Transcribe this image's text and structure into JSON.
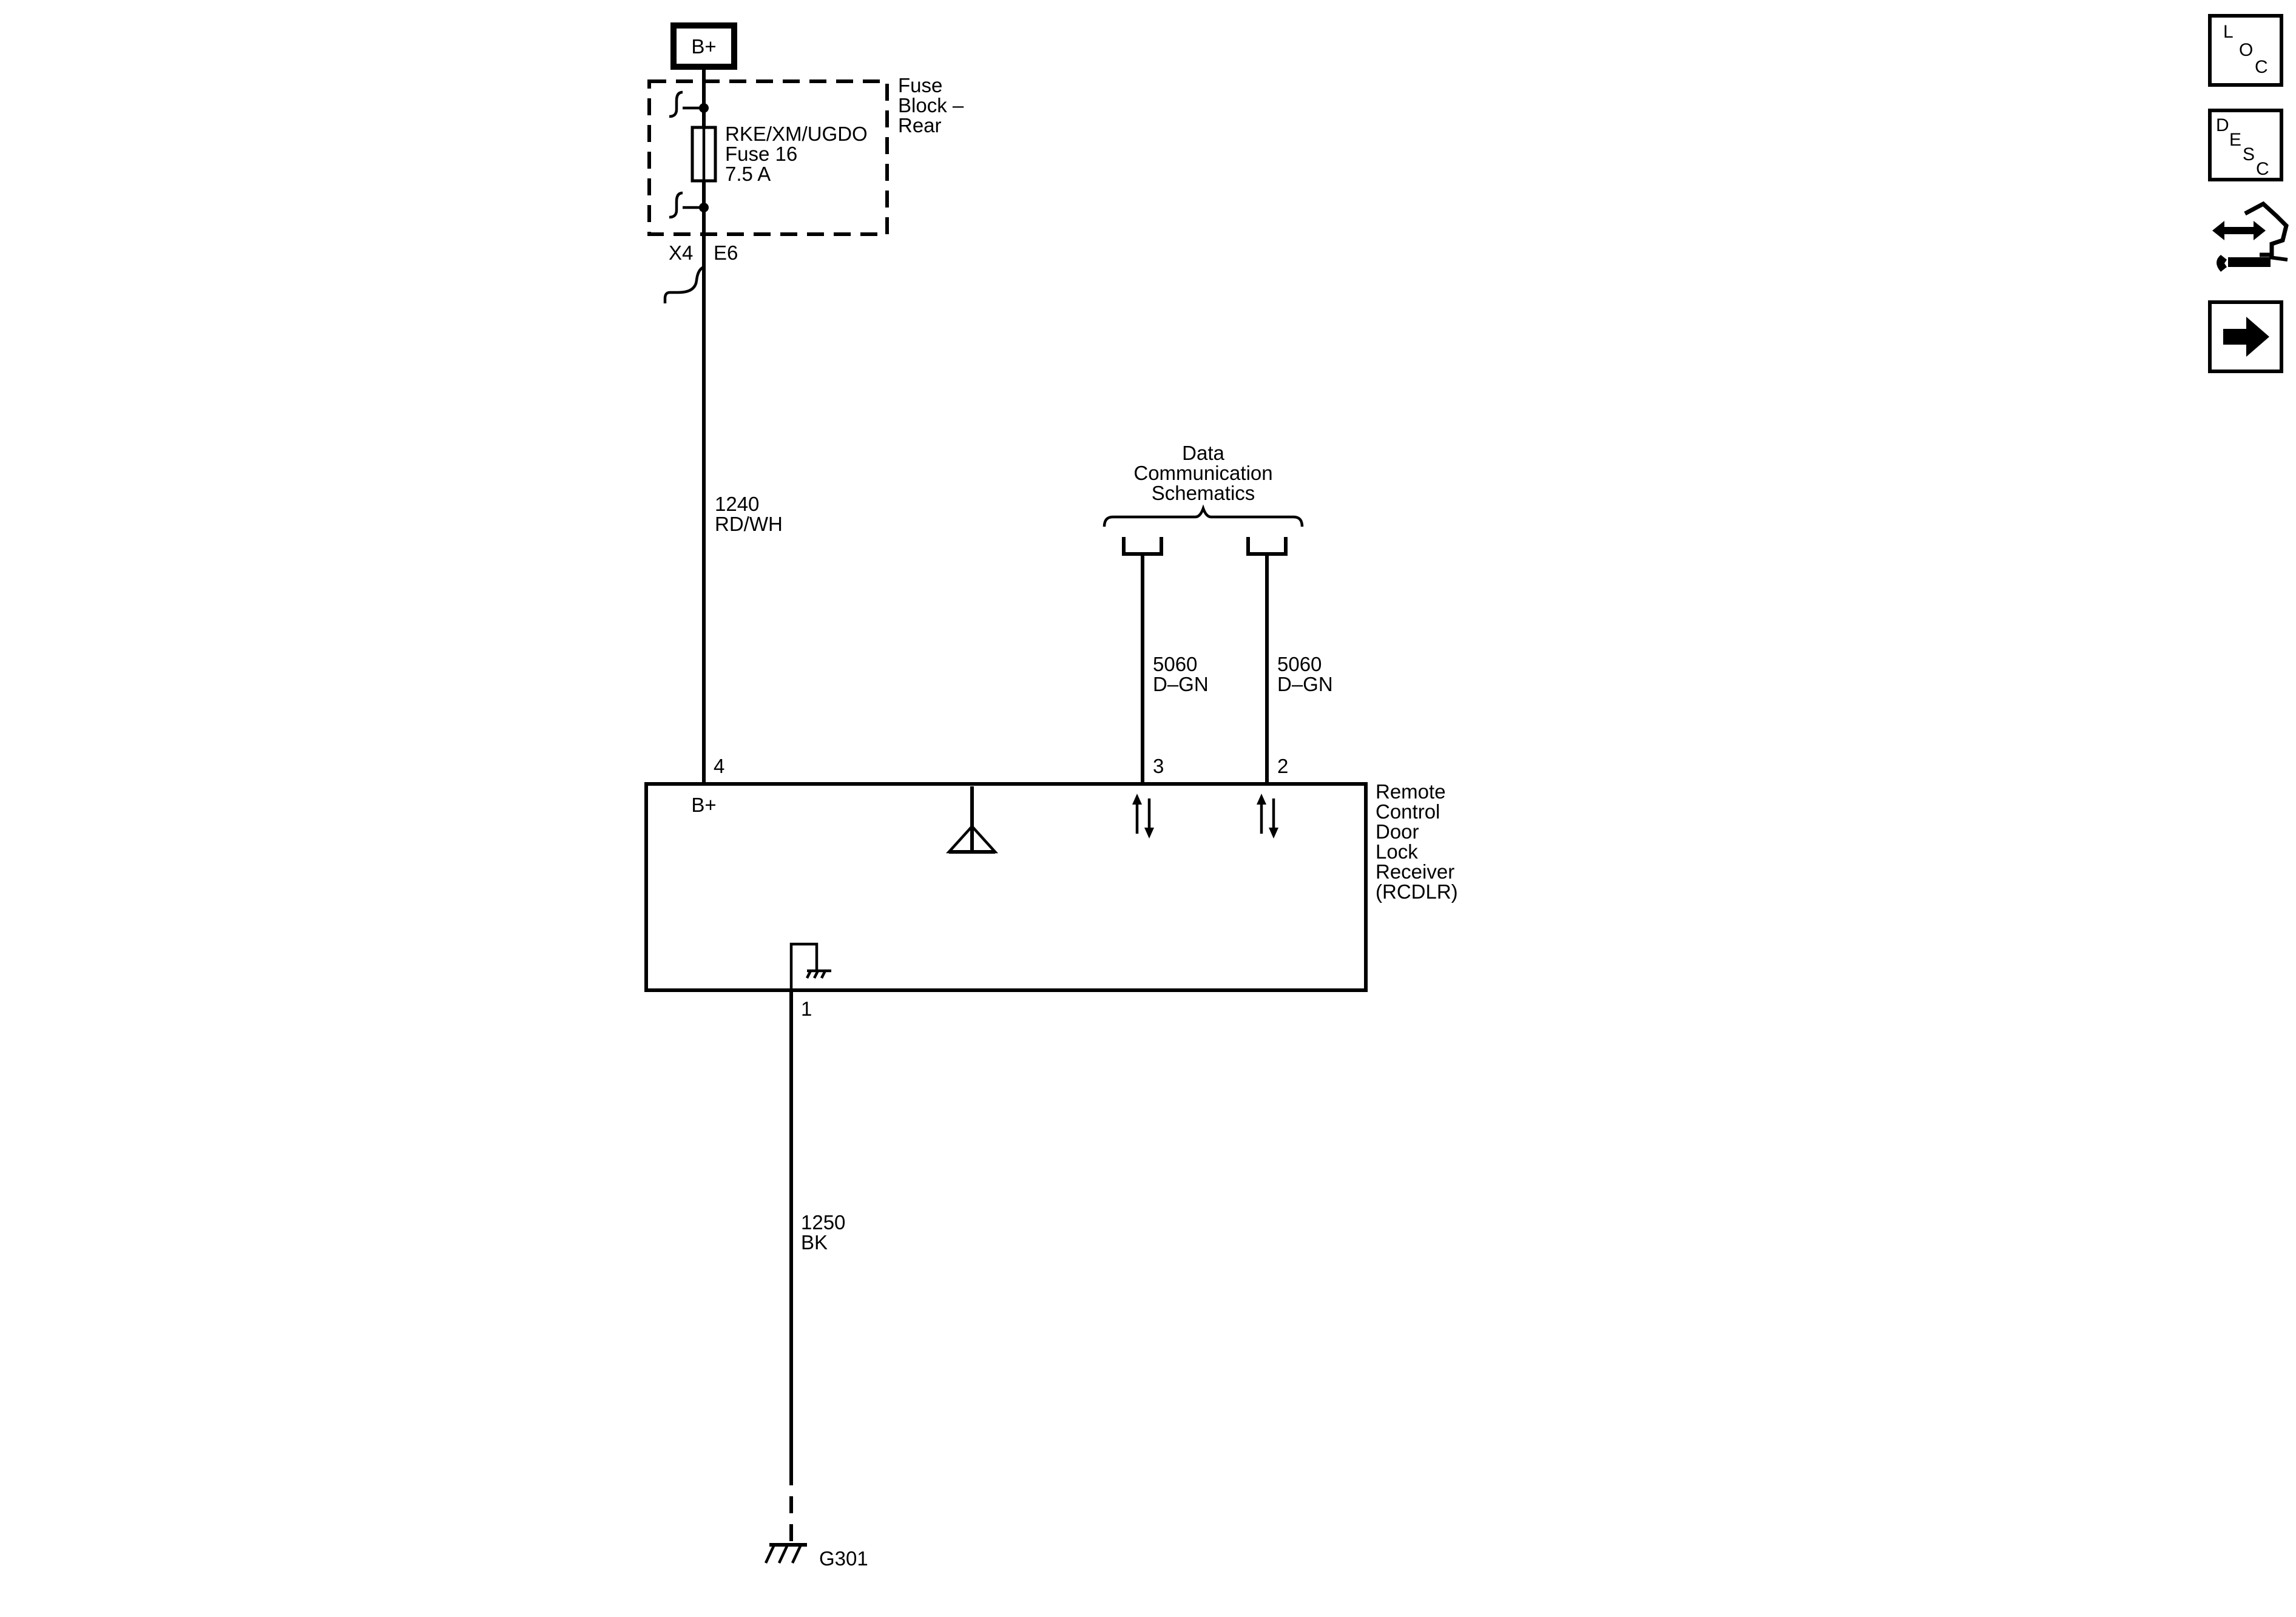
{
  "source": {
    "label": "B+"
  },
  "fuse_block": {
    "name_lines": [
      "Fuse",
      "Block –",
      "Rear"
    ],
    "fuse_lines": [
      "RKE/XM/UGDO",
      "Fuse 16",
      "7.5 A"
    ],
    "connector": "X4",
    "terminal": "E6"
  },
  "wires": {
    "power": {
      "circuit": "1240",
      "color": "RD/WH"
    },
    "data_left": {
      "circuit": "5060",
      "color": "D–GN"
    },
    "data_right": {
      "circuit": "5060",
      "color": "D–GN"
    },
    "ground": {
      "circuit": "1250",
      "color": "BK"
    }
  },
  "data_comm": {
    "lines": [
      "Data",
      "Communication",
      "Schematics"
    ]
  },
  "module": {
    "name_lines": [
      "Remote",
      "Control",
      "Door",
      "Lock",
      "Receiver",
      "(RCDLR)"
    ],
    "pins": {
      "b_plus": "4",
      "data_left": "3",
      "data_right": "2",
      "ground": "1"
    },
    "pin_b_plus_label": "B+"
  },
  "ground": {
    "label": "G301"
  },
  "side_nav": {
    "loc": {
      "letters": [
        "L",
        "O",
        "C"
      ],
      "icon": "location-icon"
    },
    "desc": {
      "letters": [
        "D",
        "E",
        "S",
        "C"
      ],
      "icon": "description-icon"
    },
    "connector_icon": "connector-wrench-icon",
    "next_icon": "arrow-right-icon"
  }
}
